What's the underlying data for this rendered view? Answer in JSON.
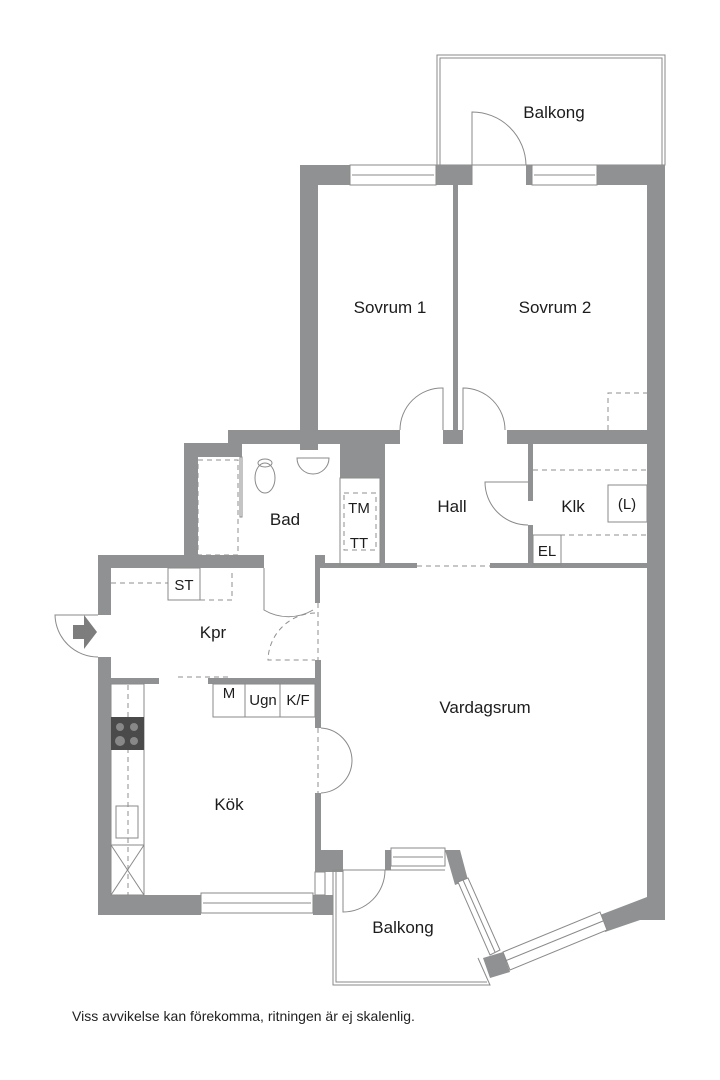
{
  "rooms": {
    "balkong_top": "Balkong",
    "sovrum1": "Sovrum 1",
    "sovrum2": "Sovrum 2",
    "bad": "Bad",
    "hall": "Hall",
    "klk": "Klk",
    "kpr": "Kpr",
    "vardagsrum": "Vardagsrum",
    "kok": "Kök",
    "balkong_bottom": "Balkong"
  },
  "fixtures": {
    "tm": "TM",
    "tt": "TT",
    "st": "ST",
    "el": "EL",
    "l": "(L)",
    "m": "M",
    "ugn": "Ugn",
    "kf": "K/F"
  },
  "icons": {
    "entrance": "entrance-arrow-icon"
  },
  "colors": {
    "wall": "#909192",
    "line": "#8a8a8a",
    "text": "#1c1c1c"
  },
  "footer": {
    "disclaimer": "Viss avvikelse kan förekomma, ritningen är ej skalenlig."
  }
}
